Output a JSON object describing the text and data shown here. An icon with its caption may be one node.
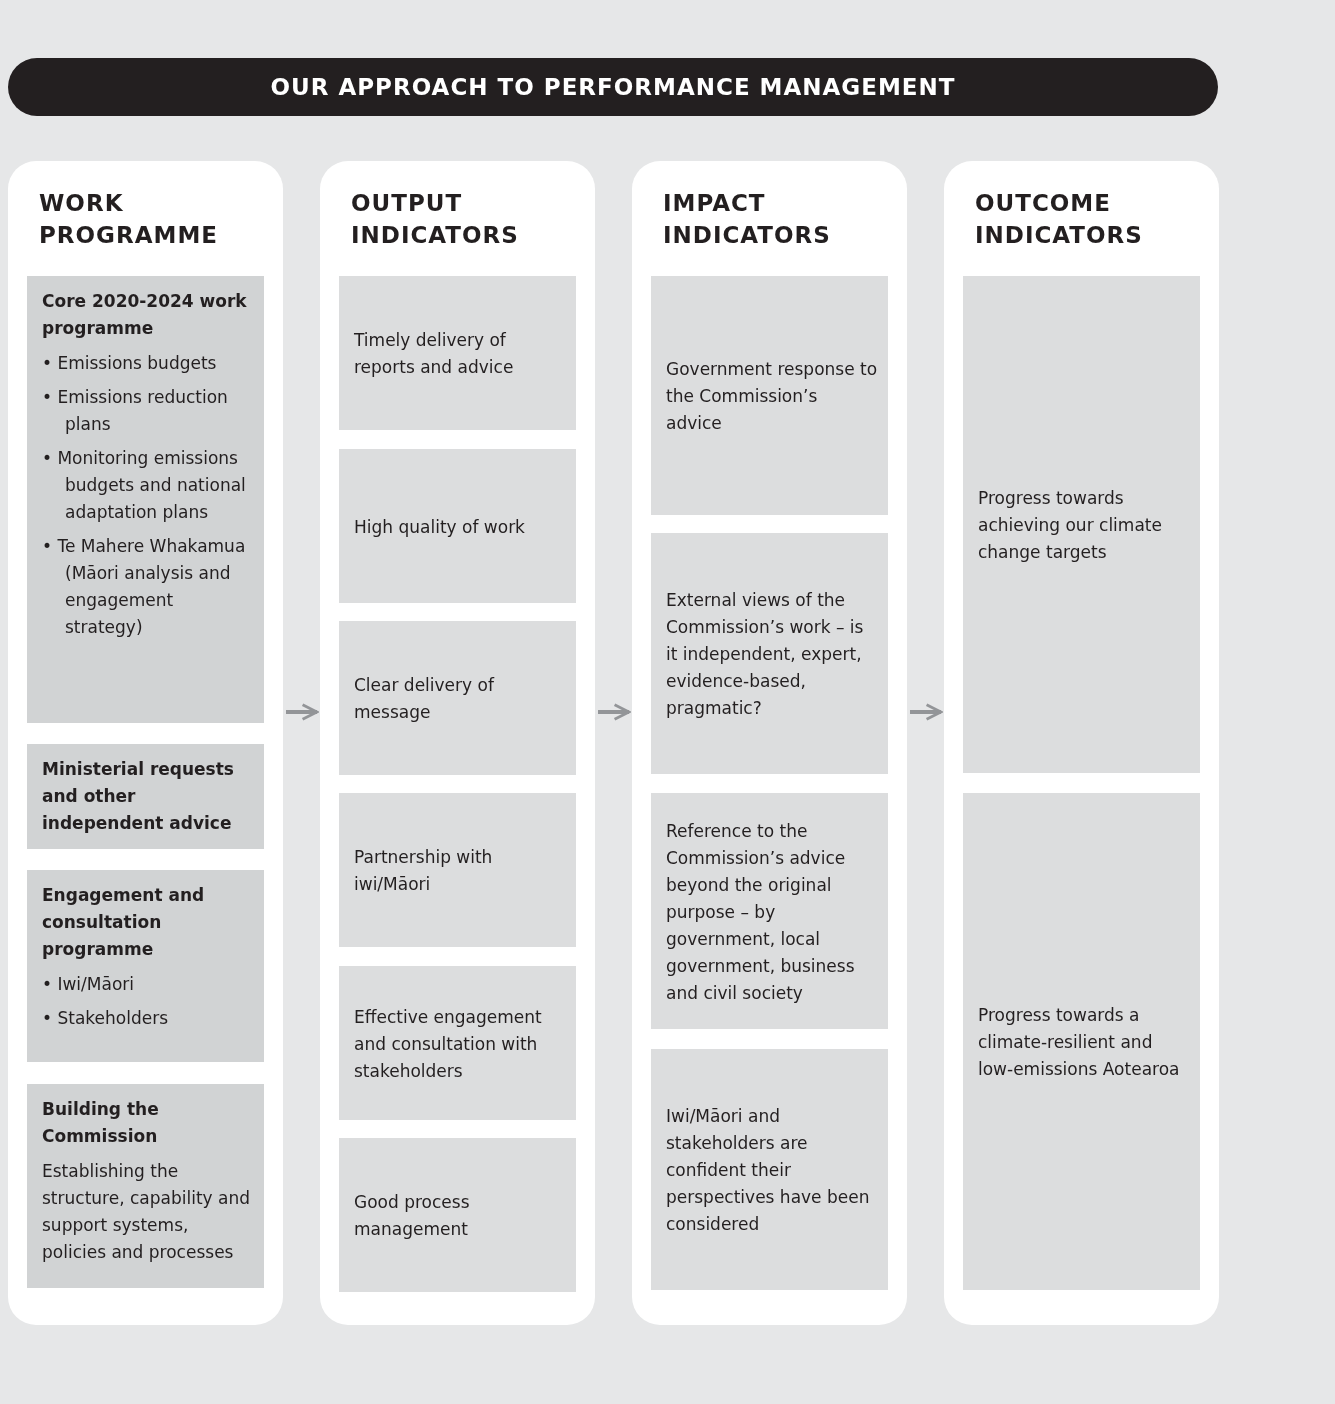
{
  "diagram": {
    "title": "OUR APPROACH TO PERFORMANCE MANAGEMENT",
    "nodes": [
      {
        "text": [
          "WORK PROGRAMME"
        ]
      },
      {
        "text": [
          "Core 2020-2024 work programme",
          "• Emissions budgets",
          "• Emissions reduction plans",
          "• Monitoring emissions budgets and national adaptation plans",
          "• Te Mahere Whakamua (Māori analysis and engagement strategy)"
        ],
        "in": 0
      },
      {
        "text": [
          "Ministerial requests and other independent advice"
        ],
        "in": 0
      },
      {
        "text": [
          "Engagement and consultation programme",
          "• Iwi/Māori",
          "• Stakeholders"
        ],
        "in": 0
      },
      {
        "text": [
          "Building the Commission",
          "Establishing the structure, capability and support systems, policies and processes"
        ],
        "in": 0
      },
      {
        "text": [
          "OUTPUT INDICATORS"
        ]
      },
      {
        "text": [
          "Timely delivery of reports and advice"
        ],
        "in": 5
      },
      {
        "text": [
          "High quality of work"
        ],
        "in": 5
      },
      {
        "text": [
          "Clear delivery of message"
        ],
        "in": 5
      },
      {
        "text": [
          "Partnership with iwi/Māori"
        ],
        "in": 5
      },
      {
        "text": [
          "Effective engagement and consultation with stakeholders"
        ],
        "in": 5
      },
      {
        "text": [
          "Good process management"
        ],
        "in": 5
      },
      {
        "text": [
          "IMPACT INDICATORS"
        ]
      },
      {
        "text": [
          "Government response to the Commission’s advice"
        ],
        "in": 12
      },
      {
        "text": [
          "External views of the Commission’s work – is it independent, expert, evidence-based, pragmatic?"
        ],
        "in": 12
      },
      {
        "text": [
          "Reference to the Commission’s advice beyond the original purpose – by government, local government, business and civil society"
        ],
        "in": 12
      },
      {
        "text": [
          "Iwi/Māori and stakeholders are confident their perspectives have been considered"
        ],
        "in": 12
      },
      {
        "text": [
          "OUTCOME INDICATORS"
        ]
      },
      {
        "text": [
          "Progress towards achieving our climate change targets"
        ],
        "in": 17
      },
      {
        "text": [
          "Progress towards a climate-resilient and low-emissions Aotearoa"
        ],
        "in": 17
      }
    ],
    "edges": [
      {
        "from": 0,
        "to": 5,
        "arrow": "to"
      },
      {
        "from": 5,
        "to": 12,
        "arrow": "to"
      },
      {
        "from": 12,
        "to": 17,
        "arrow": "to"
      }
    ]
  }
}
